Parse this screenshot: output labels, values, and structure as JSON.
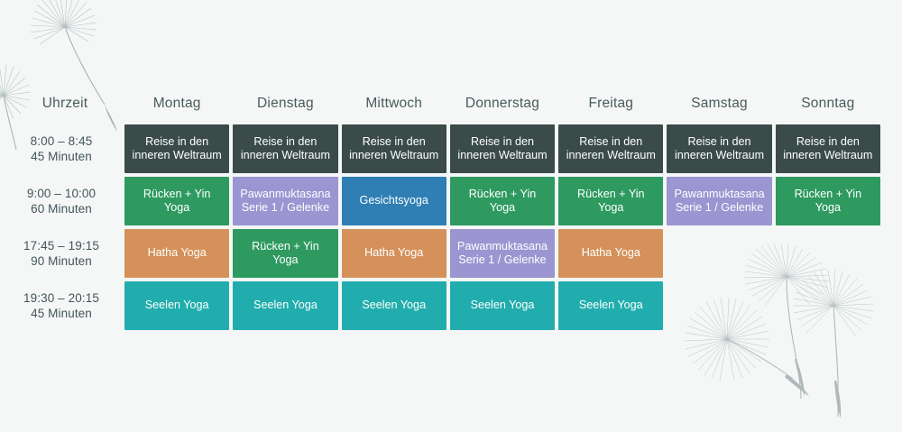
{
  "page": {
    "background_color": "#f4f7f6",
    "text_color": "#44545a"
  },
  "palette": {
    "dark_slate": "#3a4b4a",
    "green": "#2e9a60",
    "purple": "#9b95d1",
    "blue": "#2f7fb4",
    "orange": "#d4915a",
    "teal": "#21adad",
    "empty": "transparent"
  },
  "decorations": [
    {
      "name": "dandelion-seed-top-left",
      "position": "top-left"
    },
    {
      "name": "dandelion-seeds-bottom-right",
      "position": "bottom-right"
    }
  ],
  "schedule": {
    "headers": [
      "Uhrzeit",
      "Montag",
      "Dienstag",
      "Mittwoch",
      "Donnerstag",
      "Freitag",
      "Samstag",
      "Sonntag"
    ],
    "rows": [
      {
        "time_range": "8:00 – 8:45",
        "duration": "45 Minuten",
        "cells": [
          {
            "label": "Reise in den\ninneren Weltraum",
            "color": "#3a4b4a"
          },
          {
            "label": "Reise in den\ninneren Weltraum",
            "color": "#3a4b4a"
          },
          {
            "label": "Reise in den\ninneren Weltraum",
            "color": "#3a4b4a"
          },
          {
            "label": "Reise in den\ninneren Weltraum",
            "color": "#3a4b4a"
          },
          {
            "label": "Reise in den\ninneren Weltraum",
            "color": "#3a4b4a"
          },
          {
            "label": "Reise in den\ninneren Weltraum",
            "color": "#3a4b4a"
          },
          {
            "label": "Reise in den\ninneren Weltraum",
            "color": "#3a4b4a"
          }
        ]
      },
      {
        "time_range": "9:00 – 10:00",
        "duration": "60 Minuten",
        "cells": [
          {
            "label": "Rücken + Yin Yoga",
            "color": "#2e9a60"
          },
          {
            "label": "Pawanmuktasana\nSerie 1 / Gelenke",
            "color": "#9b95d1"
          },
          {
            "label": "Gesichtsyoga",
            "color": "#2f7fb4"
          },
          {
            "label": "Rücken + Yin Yoga",
            "color": "#2e9a60"
          },
          {
            "label": "Rücken + Yin Yoga",
            "color": "#2e9a60"
          },
          {
            "label": "Pawanmuktasana\nSerie 1 / Gelenke",
            "color": "#9b95d1"
          },
          {
            "label": "Rücken + Yin Yoga",
            "color": "#2e9a60"
          }
        ]
      },
      {
        "time_range": "17:45 – 19:15",
        "duration": "90 Minuten",
        "cells": [
          {
            "label": "Hatha  Yoga",
            "color": "#d4915a"
          },
          {
            "label": "Rücken + Yin Yoga",
            "color": "#2e9a60"
          },
          {
            "label": "Hatha Yoga",
            "color": "#d4915a"
          },
          {
            "label": "Pawanmuktasana\nSerie 1  / Gelenke",
            "color": "#9b95d1"
          },
          {
            "label": "Hatha  Yoga",
            "color": "#d4915a"
          },
          {
            "label": "",
            "color": "transparent"
          },
          {
            "label": "",
            "color": "transparent"
          }
        ]
      },
      {
        "time_range": "19:30 – 20:15",
        "duration": "45 Minuten",
        "cells": [
          {
            "label": "Seelen Yoga",
            "color": "#21adad"
          },
          {
            "label": "Seelen Yoga",
            "color": "#21adad"
          },
          {
            "label": "Seelen Yoga",
            "color": "#21adad"
          },
          {
            "label": "Seelen Yoga",
            "color": "#21adad"
          },
          {
            "label": "Seelen Yoga",
            "color": "#21adad"
          },
          {
            "label": "",
            "color": "transparent"
          },
          {
            "label": "",
            "color": "transparent"
          }
        ]
      }
    ]
  }
}
